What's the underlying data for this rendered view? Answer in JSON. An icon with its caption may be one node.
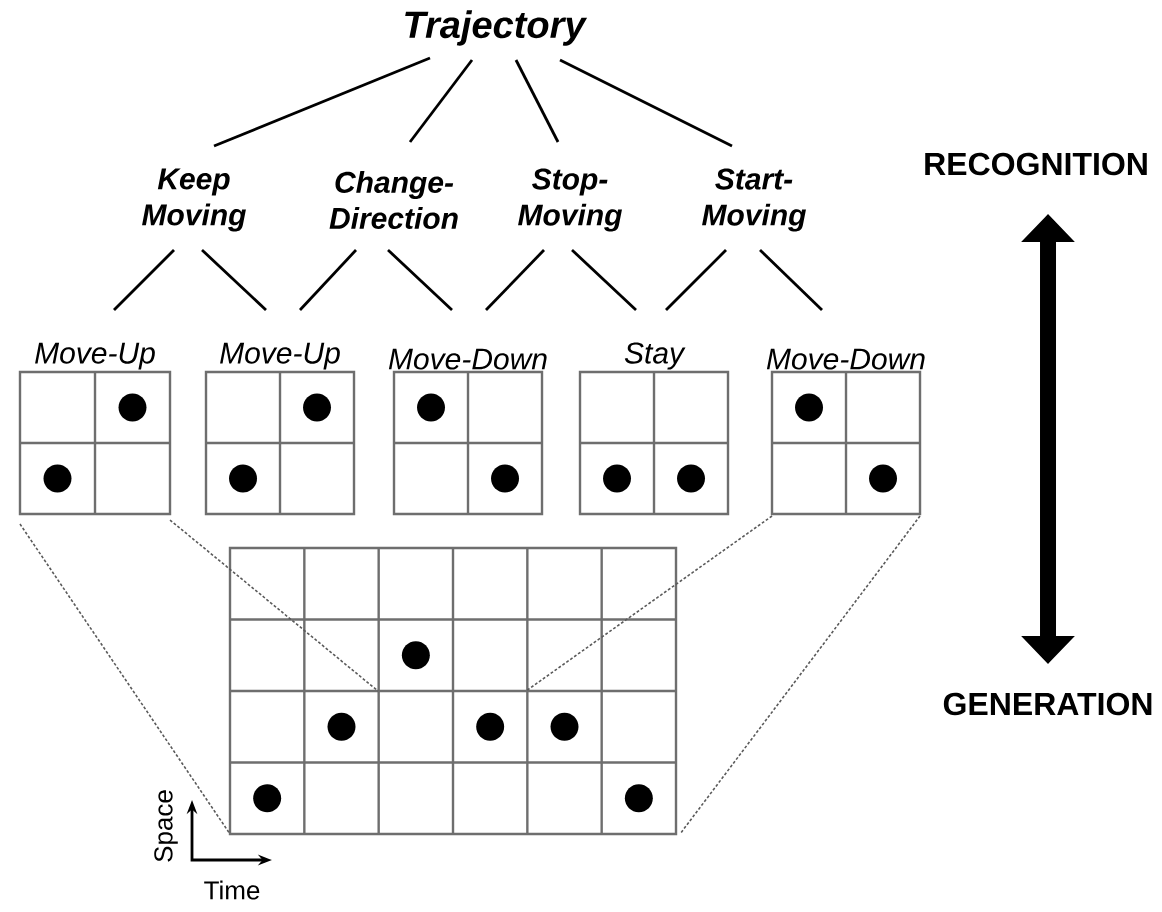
{
  "diagram": {
    "nodes": [
      {
        "text": [
          "Trajectory"
        ]
      },
      {
        "text": [
          "Keep Moving"
        ]
      },
      {
        "text": [
          "Change-Direction"
        ]
      },
      {
        "text": [
          "Stop-Moving"
        ]
      },
      {
        "text": [
          "Start-Moving"
        ]
      },
      {
        "text": [
          "Move-Up"
        ]
      },
      {
        "text": [
          "Move-Up"
        ]
      },
      {
        "text": [
          "Move-Down"
        ]
      },
      {
        "text": [
          "Stay"
        ]
      },
      {
        "text": [
          "Move-Down"
        ]
      },
      {
        "text": [],
        "shape": "grid"
      }
    ],
    "edges": [
      {
        "from": 0,
        "to": 1,
        "arrow": "none"
      },
      {
        "from": 0,
        "to": 2,
        "arrow": "none"
      },
      {
        "from": 0,
        "to": 3,
        "arrow": "none"
      },
      {
        "from": 0,
        "to": 4,
        "arrow": "none"
      },
      {
        "from": 1,
        "to": 5,
        "arrow": "none"
      },
      {
        "from": 1,
        "to": 6,
        "arrow": "none"
      },
      {
        "from": 2,
        "to": 6,
        "arrow": "none"
      },
      {
        "from": 2,
        "to": 7,
        "arrow": "none"
      },
      {
        "from": 3,
        "to": 7,
        "arrow": "none"
      },
      {
        "from": 3,
        "to": 8,
        "arrow": "none"
      },
      {
        "from": 4,
        "to": 8,
        "arrow": "none"
      },
      {
        "from": 4,
        "to": 9,
        "arrow": "none"
      },
      {
        "from": 5,
        "to": 10,
        "arrow": "none",
        "style": "dashed"
      },
      {
        "from": 5,
        "to": 10,
        "arrow": "none",
        "style": "dashed"
      },
      {
        "from": 9,
        "to": 10,
        "arrow": "none",
        "style": "dashed"
      },
      {
        "from": 9,
        "to": 10,
        "arrow": "none",
        "style": "dashed"
      }
    ],
    "labels": [
      "RECOGNITION",
      "GENERATION",
      "Space",
      "Time"
    ]
  }
}
